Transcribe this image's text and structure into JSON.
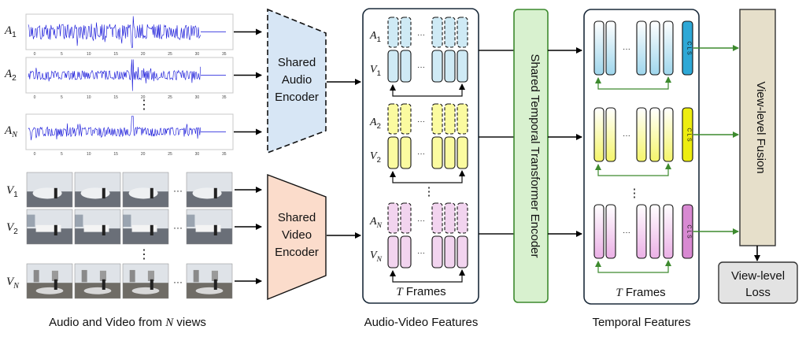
{
  "audio_rows": [
    {
      "sym": "A",
      "sub": "1"
    },
    {
      "sym": "A",
      "sub": "2"
    },
    {
      "sym": "A",
      "sub": "N"
    }
  ],
  "video_rows": [
    {
      "sym": "V",
      "sub": "1"
    },
    {
      "sym": "V",
      "sub": "2"
    },
    {
      "sym": "V",
      "sub": "N"
    }
  ],
  "vdots": "⋮",
  "hdots": "···",
  "axis_ticks": [
    "0",
    "5",
    "10",
    "15",
    "20",
    "25",
    "30",
    "35"
  ],
  "audio_encoder": {
    "line1": "Shared",
    "line2": "Audio",
    "line3": "Encoder"
  },
  "video_encoder": {
    "line1": "Shared",
    "line2": "Video",
    "line3": "Encoder"
  },
  "av_groups": [
    {
      "a_sub": "1",
      "v_sub": "1",
      "color": "#cfeaf5"
    },
    {
      "a_sub": "2",
      "v_sub": "2",
      "color": "#fbfba0"
    },
    {
      "a_sub": "N",
      "v_sub": "N",
      "color": "#f2d4ef"
    }
  ],
  "av_frames": {
    "t": "T",
    "label": " Frames"
  },
  "temporal_encoder": "Shared Temporal Transformer Encoder",
  "temporal_groups": [
    {
      "cls_color": "#2ea8d6",
      "body": "#9fd6ec"
    },
    {
      "cls_color": "#eded10",
      "body": "#f5f56a"
    },
    {
      "cls_color": "#d889d2",
      "body": "#ebb0e6"
    }
  ],
  "cls_label": "C L S",
  "tf_frames": {
    "t": "T",
    "label": " Frames"
  },
  "view_fusion": "View-level Fusion",
  "view_loss": {
    "line1": "View-level",
    "line2": "Loss"
  },
  "captions": {
    "left_pre": "Audio and Video from ",
    "left_n": "N",
    "left_post": " views",
    "mid": "Audio-Video Features",
    "right": "Temporal Features"
  }
}
